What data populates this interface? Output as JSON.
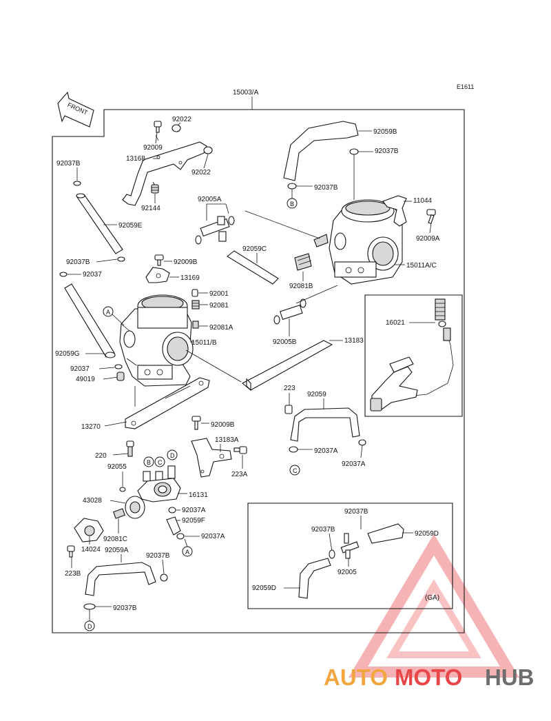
{
  "diagram_code": "E1611",
  "front_label": "FRONT",
  "labels": {
    "assembly": "15003/A",
    "p92022a": "92022",
    "p92009": "92009",
    "p13168": "13168",
    "p92022b": "92022",
    "p92144": "92144",
    "p92037b_1": "92037B",
    "p92059e": "92059E",
    "p92037b_2": "92037B",
    "p92037_1": "92037",
    "p92009b_1": "92009B",
    "p13169": "13169",
    "p92005a": "92005A",
    "p92059c": "92059C",
    "p92001": "92001",
    "p92081": "92081",
    "p92081a": "92081A",
    "p92081b": "92081B",
    "p15011b": "15011/B",
    "p92059g": "92059G",
    "p92037_2": "92037",
    "p49019": "49019",
    "p92005b": "92005B",
    "p13183": "13183",
    "p92059b": "92059B",
    "p92037b_3": "92037B",
    "p92037b_4": "92037B",
    "p11044": "11044",
    "p92009a": "92009A",
    "p15011ac": "15011A/C",
    "p16021": "16021",
    "p13270": "13270",
    "p223": "223",
    "p92059": "92059",
    "p92009b_2": "92009B",
    "p13183a": "13183A",
    "p220": "220",
    "p223a": "223A",
    "p92055": "92055",
    "p92037a_1": "92037A",
    "p92037a_2": "92037A",
    "p43028": "43028",
    "p16131": "16131",
    "p92037a_3": "92037A",
    "p92059f": "92059F",
    "p92037a_4": "92037A",
    "p92081c": "92081C",
    "p92059a": "92059A",
    "p14024": "14024",
    "p92037b_5": "92037B",
    "p223b": "223B",
    "p92037b_6": "92037B",
    "ga_92037b_top": "92037B",
    "ga_92037b": "92037B",
    "ga_92059d_r": "92059D",
    "ga_92005": "92005",
    "ga_92059d_l": "92059D",
    "ga_tag": "(GA)"
  },
  "refs": {
    "A1": "A",
    "A2": "A",
    "B1": "B",
    "B2": "B",
    "C1": "C",
    "C2": "C",
    "D1": "D",
    "D2": "D"
  },
  "watermark": {
    "part1": "AUTO",
    "part2": "MOTO",
    "part3": "HUB",
    "color_orange": "#f2a640",
    "color_red": "#e8474a",
    "color_grey": "#6d6d6d"
  }
}
